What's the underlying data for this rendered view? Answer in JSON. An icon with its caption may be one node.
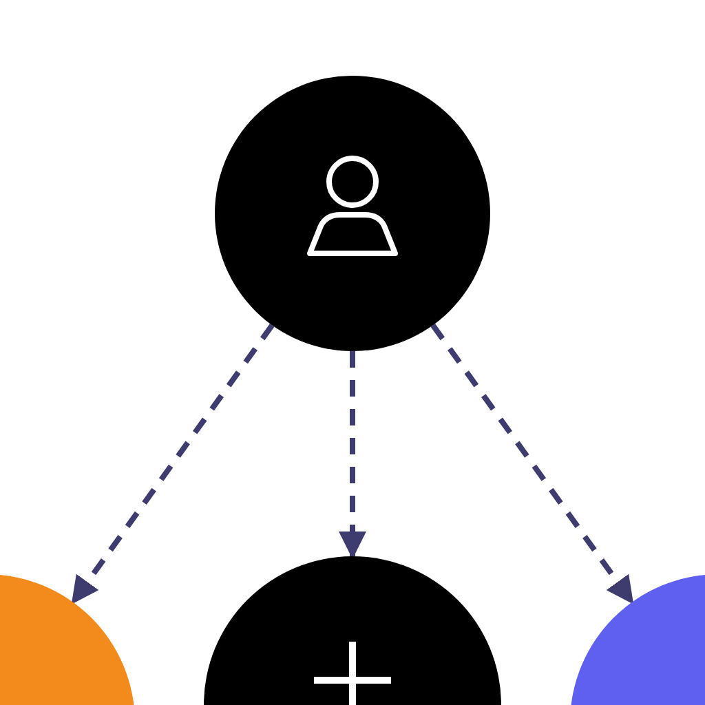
{
  "diagram": {
    "nodes": [
      {
        "text": [],
        "shape": "circle"
      },
      {
        "text": [],
        "shape": "circle"
      },
      {
        "text": [],
        "shape": "circle"
      },
      {
        "text": [],
        "shape": "circle"
      }
    ],
    "edges": [
      {
        "from": 0,
        "to": 1,
        "arrow": "to",
        "style": "dashed"
      },
      {
        "from": 0,
        "to": 2,
        "arrow": "to",
        "style": "dashed"
      },
      {
        "from": 0,
        "to": 3,
        "arrow": "to",
        "style": "dashed"
      }
    ]
  }
}
